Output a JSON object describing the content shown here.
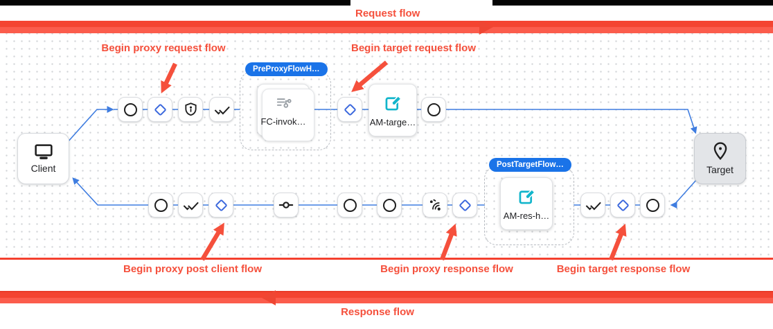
{
  "titles": {
    "request_flow": "Request flow",
    "response_flow": "Response flow"
  },
  "annotations": {
    "begin_proxy_request": "Begin proxy request flow",
    "begin_target_request": "Begin target request flow",
    "begin_proxy_post_client": "Begin proxy post client flow",
    "begin_proxy_response": "Begin proxy response flow",
    "begin_target_response": "Begin target response flow"
  },
  "badges": {
    "pre_proxy_flow_hook": "PreProxyFlowH…",
    "post_target_flow_hook": "PostTargetFlow…"
  },
  "nodes": {
    "client": {
      "label": "Client",
      "icon": "monitor-icon"
    },
    "target": {
      "label": "Target",
      "icon": "location-pin-icon"
    },
    "fc_invoke": {
      "label": "FC-invok…",
      "icon": "flow-callout-icon"
    },
    "am_target": {
      "label": "AM-targe…",
      "icon": "edit-square-icon"
    },
    "am_response": {
      "label": "AM-res-h…",
      "icon": "edit-square-icon"
    }
  },
  "step_icons": [
    "circle-step-icon",
    "diamond-step-icon",
    "shield-alert-icon",
    "double-check-icon",
    "commit-node-icon",
    "signal-waves-icon"
  ],
  "colors": {
    "annotation_red": "#f5503c",
    "band_red_dark": "#f44431",
    "band_red_light": "#fb5c4c",
    "flow_line_blue": "#3f7de0",
    "diamond_blue": "#3b68dd",
    "badge_blue": "#1a73e8",
    "edit_teal": "#12b5cb",
    "target_fill_gray": "#e3e5e8"
  }
}
